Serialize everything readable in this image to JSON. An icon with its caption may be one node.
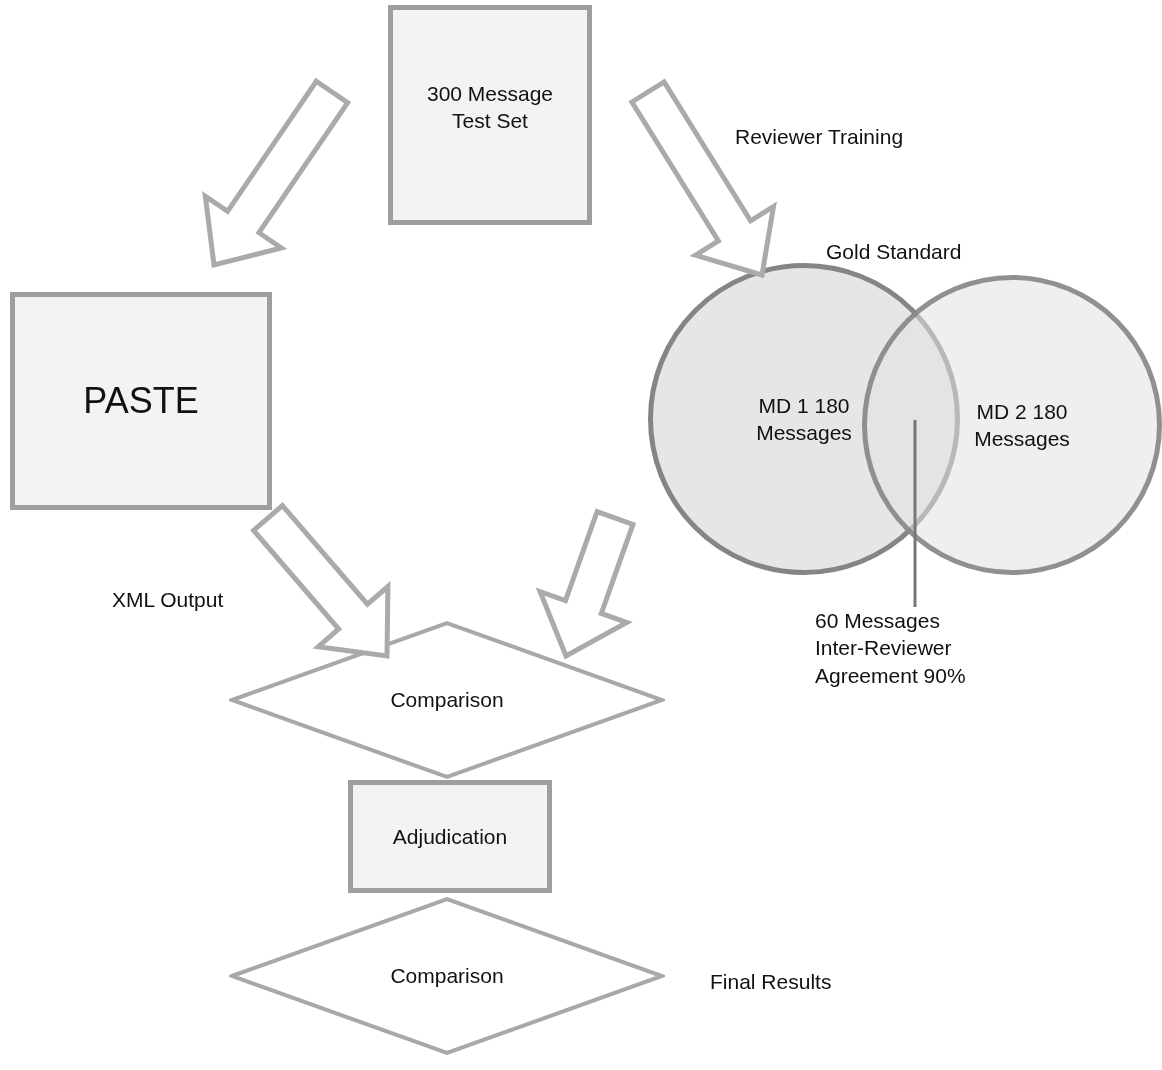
{
  "diagram": {
    "nodes": [
      {
        "text": [
          "300 Message Test Set"
        ]
      },
      {
        "text": [
          "PASTE"
        ]
      },
      {
        "text": [
          "MD 1 180 Messages"
        ]
      },
      {
        "text": [
          "MD 2 180 Messages"
        ]
      },
      {
        "text": [
          "60 Messages Inter-Reviewer Agreement  90%"
        ]
      },
      {
        "text": [
          "Comparison"
        ]
      },
      {
        "text": [
          "Adjudication"
        ]
      },
      {
        "text": [
          "Comparison"
        ]
      }
    ],
    "edges": [
      {
        "from": 0,
        "to": 1,
        "arrow": "to"
      },
      {
        "from": 0,
        "to": 2,
        "arrow": "to",
        "label": "Reviewer Training"
      },
      {
        "from": 1,
        "to": 5,
        "arrow": "to",
        "label": "XML Output"
      },
      {
        "from": 2,
        "to": 5,
        "arrow": "to"
      },
      {
        "from": 4,
        "to": 3,
        "arrow": "none",
        "color": "#777777"
      }
    ],
    "labels": [
      "Gold Standard",
      "Final Results"
    ]
  }
}
